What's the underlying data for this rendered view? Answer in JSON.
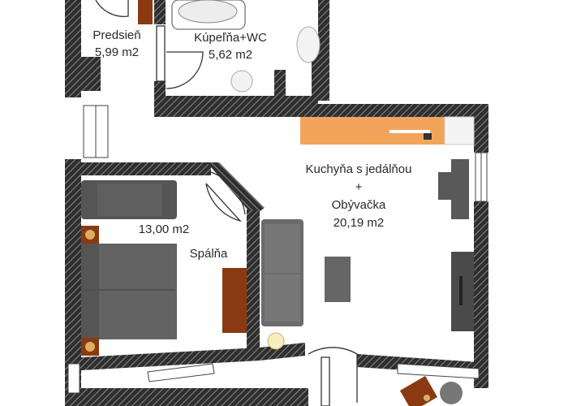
{
  "rooms": {
    "hall": {
      "name": "Predsieň",
      "area": "5,99 m2"
    },
    "bathroom": {
      "name": "Kúpeľňa+WC",
      "area": "5,62 m2"
    },
    "living": {
      "name_line1": "Kuchyňa s jedálňou",
      "name_line2": "+",
      "name_line3": "Obývačka",
      "area": "20,19 m2"
    },
    "bedroom": {
      "area": "13,00 m2",
      "name": "Spálňa"
    }
  },
  "colors": {
    "wall_fill": "#333333",
    "wall_hatch": "#8a8a8a",
    "furniture_dark": "#5f5f5f",
    "furniture_mid": "#7b7b7b",
    "counter": "#f2a55a",
    "wood": "#8a3a12",
    "floor": "#ffffff"
  }
}
